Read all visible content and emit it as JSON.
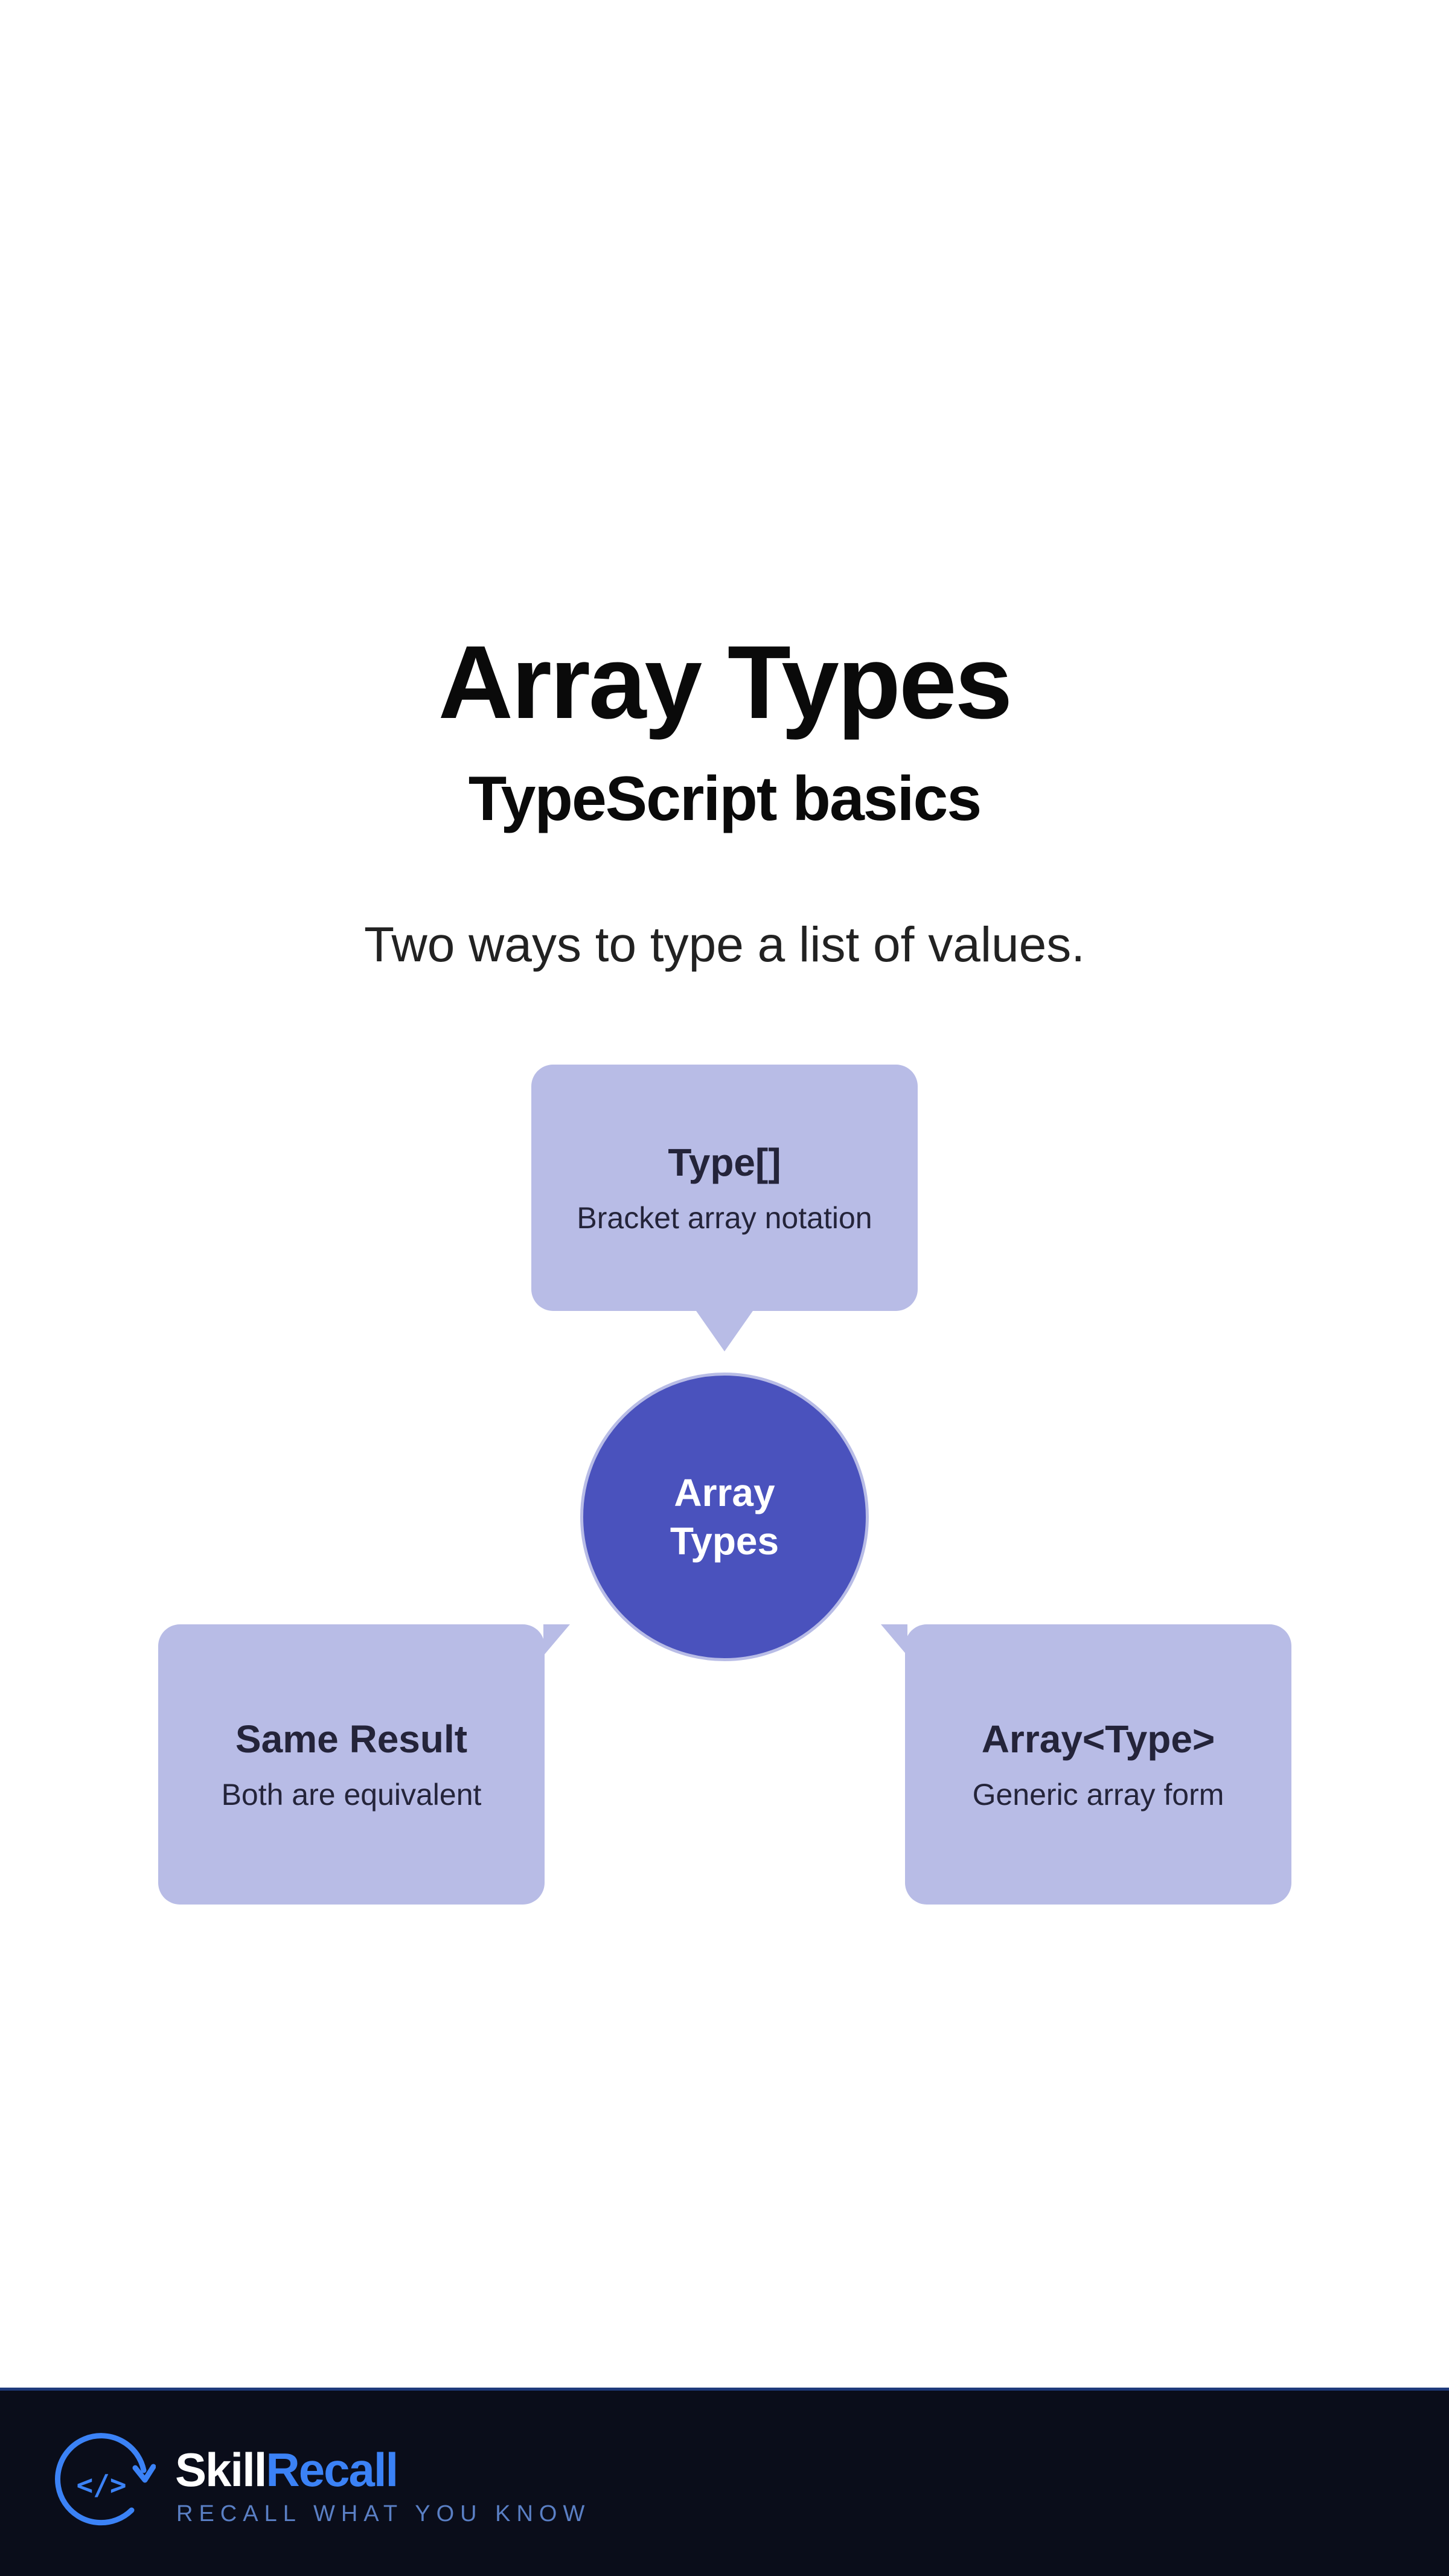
{
  "header": {
    "title": "Array Types",
    "subtitle": "TypeScript basics",
    "tagline": "Two ways to type a list of values."
  },
  "diagram": {
    "hub": {
      "label": "Array Types"
    },
    "nodes": [
      {
        "label": "Type[]",
        "description": "Bracket array notation"
      },
      {
        "label": "Same Result",
        "description": "Both are equivalent"
      },
      {
        "label": "Array<Type>",
        "description": "Generic array form"
      }
    ]
  },
  "footer": {
    "brand_part1": "Skill",
    "brand_part2": "Recall",
    "brand_tagline": "RECALL WHAT YOU KNOW",
    "logo_icon": "code-brackets-icon"
  },
  "colors": {
    "hub": "#4a52bd",
    "node": "#b8bce6",
    "footer": "#0a0d1a",
    "brand_accent": "#3b82f6"
  }
}
